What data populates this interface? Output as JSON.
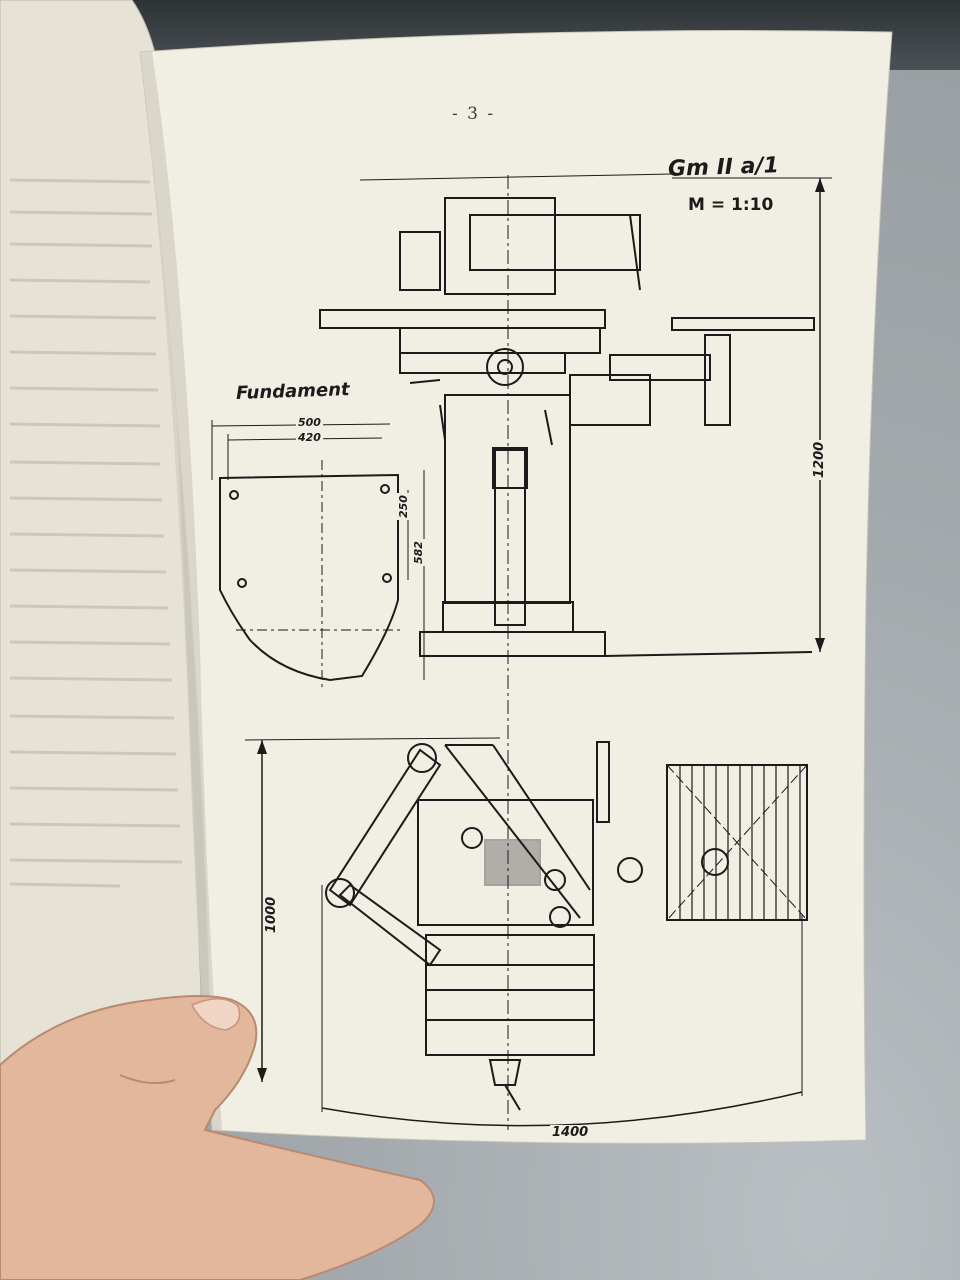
{
  "document": {
    "page_number": "- 3 -",
    "model": "Gm II a/1",
    "scale": "M = 1:10",
    "foundation_label": "Fundament"
  },
  "dimensions": {
    "foundation_width_outer": "500",
    "foundation_width_inner": "420",
    "foundation_depth_inner": "250",
    "foundation_depth_outer": "582",
    "machine_height": "1200",
    "plan_depth": "1000",
    "plan_width": "1400"
  },
  "colors": {
    "paper": "#f1eee4",
    "ink": "#1b1b1b",
    "skin": "#e3b79c"
  }
}
